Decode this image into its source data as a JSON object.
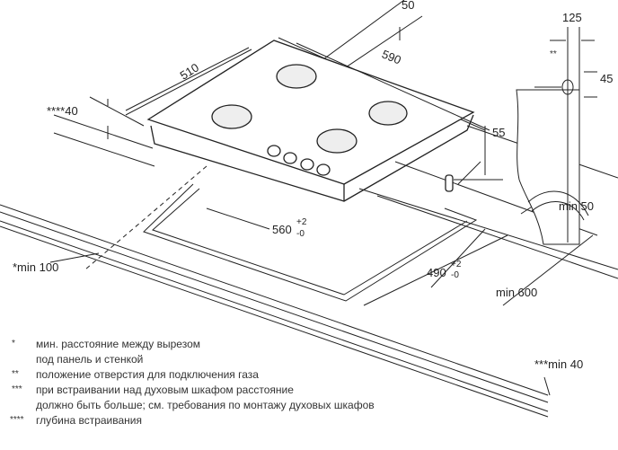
{
  "dimensions": {
    "top_gap": "50",
    "gas_offset": "125",
    "gas_marker": "**",
    "gas_height": "45",
    "hob_depth": "510",
    "hob_width": "590",
    "build_in_depth": "****40",
    "hob_height": "55",
    "min_right": "min 50",
    "cutout_width": "560",
    "cutout_width_tol_plus": "+2",
    "cutout_width_tol_minus": "-0",
    "min_wall": "*min 100",
    "cutout_depth": "490",
    "cutout_depth_tol_plus": "+2",
    "cutout_depth_tol_minus": "-0",
    "min_600": "min 600",
    "min_40": "***min 40"
  },
  "legend": [
    {
      "mark": "*",
      "lines": [
        "мин. расстояние между вырезом",
        "под панель и стенкой"
      ]
    },
    {
      "mark": "**",
      "lines": [
        "положение отверстия для подключения газа"
      ]
    },
    {
      "mark": "***",
      "lines": [
        "при встраивании над духовым шкафом расстояние",
        "должно быть больше; см. требования по монтажу духовых шкафов"
      ]
    },
    {
      "mark": "****",
      "lines": [
        "глубина встраивания"
      ]
    }
  ]
}
